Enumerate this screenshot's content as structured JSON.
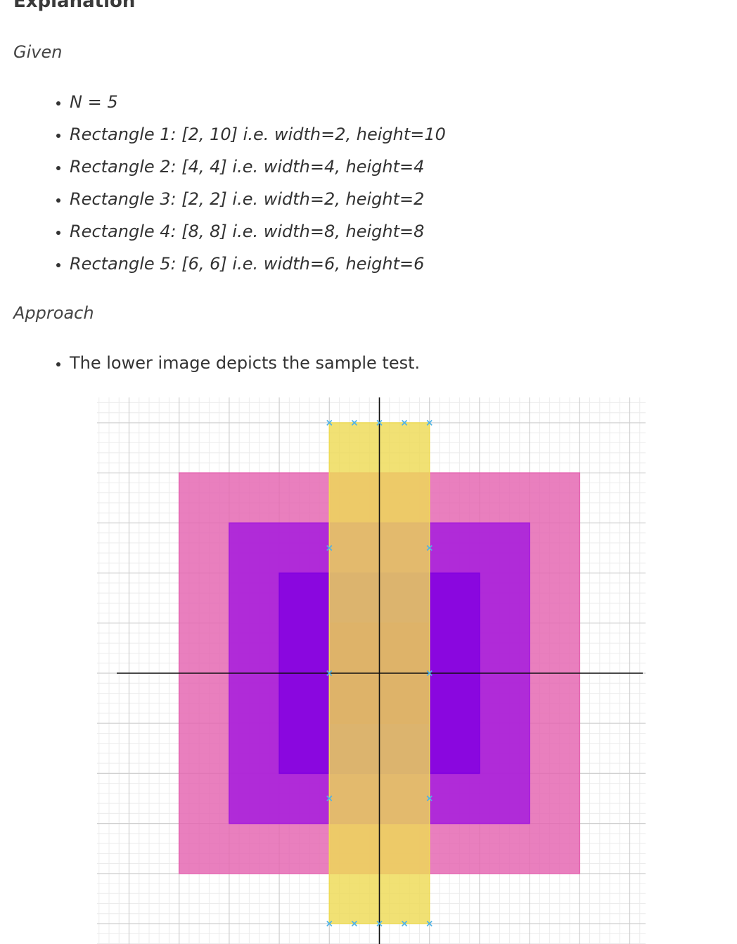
{
  "heading": "Explanation",
  "given": {
    "label": "Given",
    "items": [
      "N = 5",
      "Rectangle 1: [2, 10] i.e. width=2, height=10",
      "Rectangle 2: [4, 4] i.e. width=4, height=4",
      "Rectangle 3: [2, 2] i.e. width=2, height=2",
      "Rectangle 4: [8, 8] i.e. width=8, height=8",
      "Rectangle 5: [6, 6] i.e. width=6, height=6"
    ]
  },
  "approach": {
    "label": "Approach",
    "items": [
      "The lower image depicts the sample test."
    ]
  },
  "figure": {
    "rectangles": [
      {
        "width": 8,
        "height": 8,
        "color": "#e463b0"
      },
      {
        "width": 6,
        "height": 6,
        "color": "#a418de"
      },
      {
        "width": 4,
        "height": 4,
        "color": "#8100e0"
      },
      {
        "width": 2,
        "height": 2,
        "color": "#9b00be"
      },
      {
        "width": 2,
        "height": 10,
        "color": "#eedb55"
      }
    ],
    "marker_color": "#4fb3e8",
    "axis_color": "#111111"
  }
}
